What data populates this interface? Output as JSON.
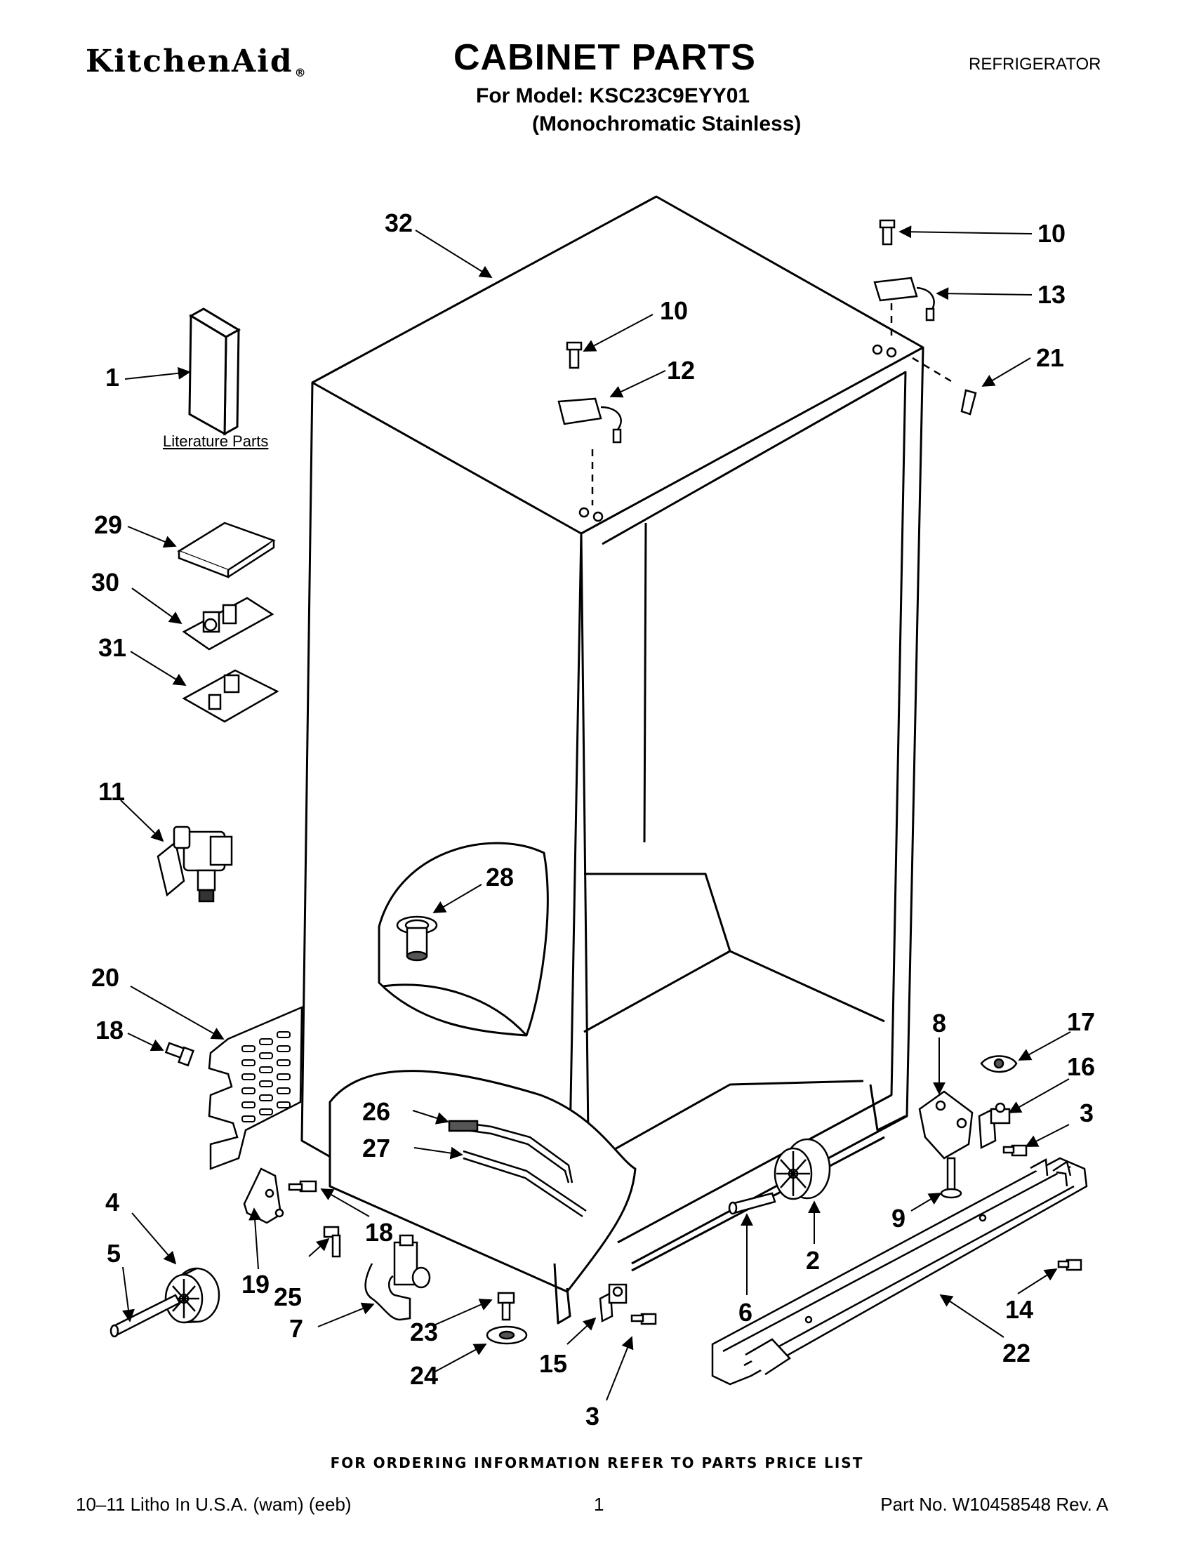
{
  "header": {
    "brand": "KitchenAid",
    "brand_mark": "®",
    "title": "CABINET PARTS",
    "category": "REFRIGERATOR",
    "model_line": "For Model: KSC23C9EYY01",
    "variant_line": "(Monochromatic Stainless)"
  },
  "diagram": {
    "literature_label": "Literature Parts",
    "callouts": [
      "32",
      "10",
      "13",
      "10",
      "12",
      "21",
      "1",
      "29",
      "30",
      "31",
      "11",
      "28",
      "20",
      "18",
      "26",
      "27",
      "8",
      "17",
      "16",
      "3",
      "4",
      "5",
      "19",
      "18",
      "25",
      "7",
      "23",
      "24",
      "15",
      "3",
      "6",
      "2",
      "9",
      "14",
      "22"
    ]
  },
  "footer": {
    "ordering_note": "FOR ORDERING INFORMATION REFER TO PARTS PRICE LIST",
    "print_info": "10–11 Litho In U.S.A. (wam) (eeb)",
    "page_number": "1",
    "part_number": "Part No. W10458548 Rev. A"
  }
}
